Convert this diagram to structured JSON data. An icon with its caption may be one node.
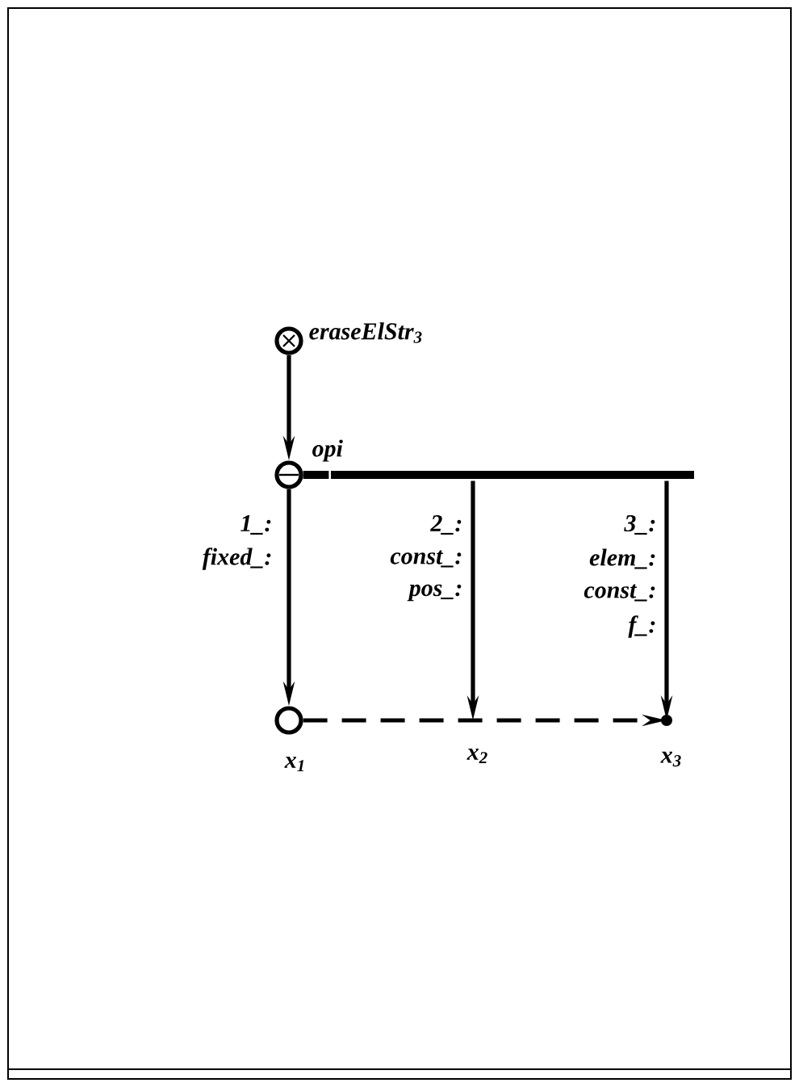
{
  "diagram": {
    "nodes": [
      {
        "text": [],
        "shape": "circle",
        "beside": [
          "eraseElStr$_{3}$"
        ]
      },
      {
        "text": [],
        "shape": "circle",
        "beside": [
          "opi"
        ]
      },
      {
        "text": [],
        "shape": "bar"
      },
      {
        "text": [],
        "shape": "circle",
        "beside": [
          "x$_{1}$"
        ]
      },
      {
        "text": [],
        "shape": "dot",
        "beside": [
          "x$_{3}$"
        ]
      }
    ],
    "edges": [
      {
        "from": 0,
        "to": 1,
        "arrow": "to"
      },
      {
        "from": 1,
        "to": 2,
        "arrow": "none",
        "style": "thick"
      },
      {
        "from": 1,
        "to": 3,
        "arrow": "to"
      },
      {
        "from": 2,
        "to": null,
        "arrow": "to"
      },
      {
        "from": 2,
        "to": 4,
        "arrow": "to"
      },
      {
        "from": 3,
        "to": 4,
        "arrow": "to",
        "style": "dashed"
      }
    ],
    "labels": [
      "x$_{2}$",
      "1_:",
      "fixed_:",
      "2_:",
      "const_:",
      "pos_:",
      "3_:",
      "elem_:",
      "const_:",
      "f_:"
    ]
  }
}
